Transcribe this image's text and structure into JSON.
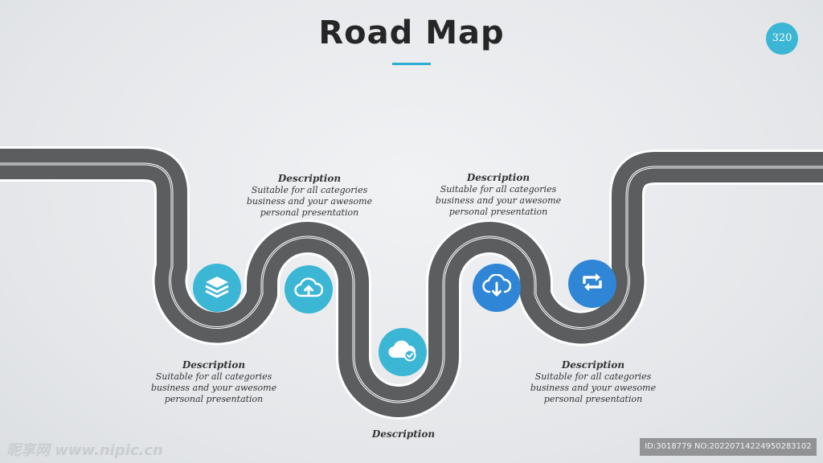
{
  "title": "Road Map",
  "page_number": "320",
  "colors": {
    "road": "#5b5d5f",
    "road_edge": "#ffffff",
    "accent": "#2aaed1",
    "icon_light": "#3bb6d4",
    "icon_dark": "#2f86d6"
  },
  "milestones": [
    {
      "icon": "stack-layers-icon",
      "heading": "Description",
      "body": "Suitable for all categories business and your awesome personal presentation"
    },
    {
      "icon": "cloud-upload-icon",
      "heading": "Description",
      "body": "Suitable for all categories business and your awesome personal presentation"
    },
    {
      "icon": "cloud-check-icon",
      "heading": "Description",
      "body": ""
    },
    {
      "icon": "cloud-download-icon",
      "heading": "Description",
      "body": "Suitable for all categories business and your awesome personal presentation"
    },
    {
      "icon": "repeat-arrows-icon",
      "heading": "Description",
      "body": "Suitable for all categories business and your awesome personal presentation"
    }
  ],
  "watermark": {
    "site": "昵享网 www.nipic.cn",
    "id": "ID:3018779 NO:20220714224950283102"
  }
}
